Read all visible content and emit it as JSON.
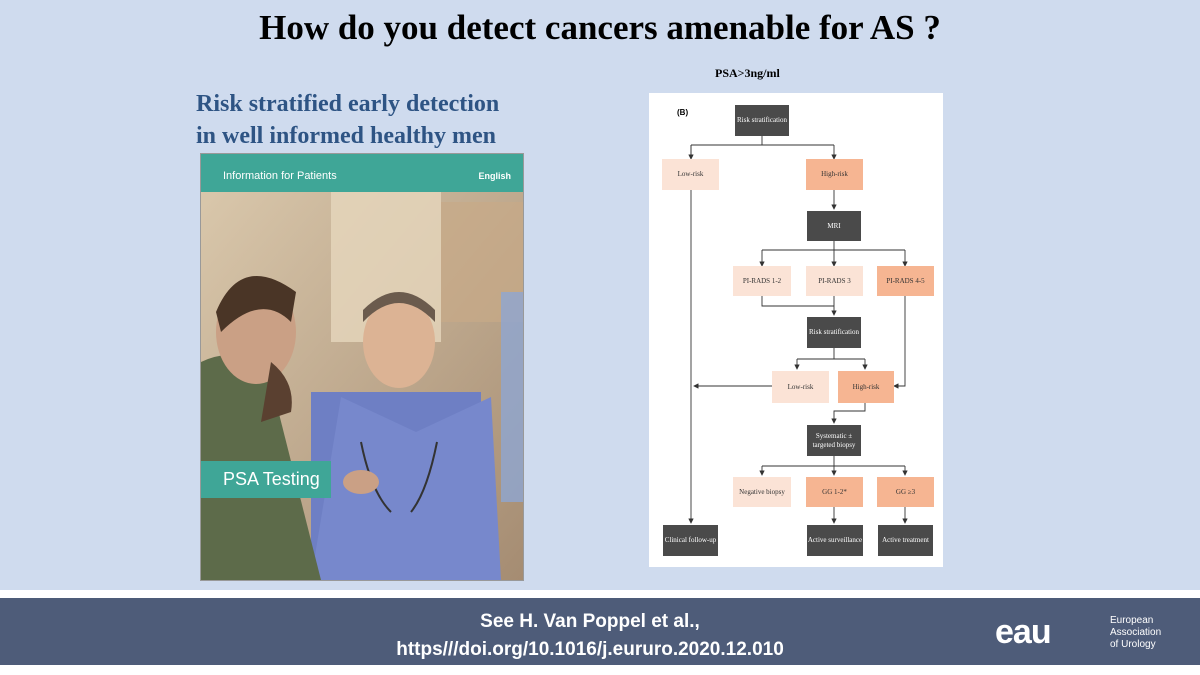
{
  "slide": {
    "title": "How do you detect cancers amenable for AS ?",
    "subtitle_line1": "Risk stratified early detection",
    "subtitle_line2": "in well informed healthy men"
  },
  "brochure": {
    "header_left": "Information for Patients",
    "header_right": "English",
    "label": "PSA Testing"
  },
  "flowchart": {
    "psa_label": "PSA>3ng/ml",
    "panel_label": "(B)",
    "nodes": {
      "risk1": "Risk stratification",
      "low1": "Low-risk",
      "high1": "High-risk",
      "mri": "MRI",
      "pirads12": "PI-RADS 1-2",
      "pirads3": "PI-RADS 3",
      "pirads45": "PI-RADS 4-5",
      "risk2": "Risk stratification",
      "low2": "Low-risk",
      "high2": "High-risk",
      "biopsy": "Systematic ± targeted biopsy",
      "negative": "Negative biopsy",
      "gg12": "GG 1-2*",
      "gg3": "GG ≥3",
      "followup": "Clinical follow-up",
      "surveillance": "Active surveillance",
      "treatment": "Active treatment"
    }
  },
  "footer": {
    "citation_line1": "See H. Van Poppel et al.,",
    "citation_line2": "https///doi.org/10.1016/j.eururo.2020.12.010",
    "logo_mark": "eau",
    "logo_line1": "European",
    "logo_line2": "Association",
    "logo_line3": "of Urology"
  },
  "colors": {
    "background": "#cfdbee",
    "title_blue": "#2e5484",
    "brochure_teal": "#3fa697",
    "footer_band": "#4e5c79",
    "node_dark": "#4a4a4a",
    "node_light": "#fbe3d6",
    "node_orange": "#f6b592"
  }
}
